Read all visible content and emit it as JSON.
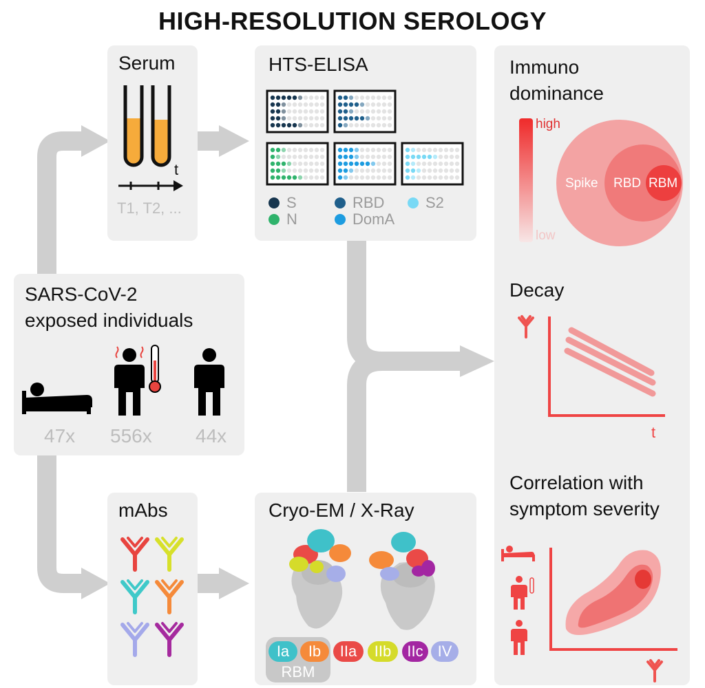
{
  "title": "HIGH-RESOLUTION SEROLOGY",
  "serum": {
    "title": "Serum",
    "axis_label": "t",
    "timepoints": "T1, T2, ..."
  },
  "elisa": {
    "title": "HTS-ELISA",
    "legend": [
      {
        "label": "S",
        "color": "#17364f"
      },
      {
        "label": "RBD",
        "color": "#1f5f8b"
      },
      {
        "label": "S2",
        "color": "#79d9f5"
      },
      {
        "label": "N",
        "color": "#2fb36c"
      },
      {
        "label": "DomA",
        "color": "#1d9ce0"
      }
    ]
  },
  "individuals": {
    "title_line1": "SARS-CoV-2",
    "title_line2": "exposed individuals",
    "groups": [
      {
        "icon": "hospitalized-person-icon",
        "count": "47x"
      },
      {
        "icon": "feverish-person-icon",
        "count": "556x"
      },
      {
        "icon": "person-icon",
        "count": "44x"
      }
    ]
  },
  "mabs": {
    "title": "mAbs",
    "antibody_colors": [
      "#e8443f",
      "#d7e02a",
      "#3fc9c9",
      "#f58a3a",
      "#a4a9ea",
      "#a52a9e"
    ]
  },
  "cryo": {
    "title": "Cryo-EM / X-Ray",
    "epitopes": [
      {
        "label": "Ia",
        "color": "#3fc1c9"
      },
      {
        "label": "Ib",
        "color": "#f58a3a"
      },
      {
        "label": "IIa",
        "color": "#ea4a47"
      },
      {
        "label": "IIb",
        "color": "#d5db2a"
      },
      {
        "label": "IIc",
        "color": "#a326a2"
      },
      {
        "label": "IV",
        "color": "#a6aee8"
      }
    ],
    "group_label": "RBM"
  },
  "immuno": {
    "title_line1": "Immuno",
    "title_line2": "dominance",
    "scale_high": "high",
    "scale_low": "low",
    "circles": [
      "Spike",
      "RBD",
      "RBM"
    ]
  },
  "decay": {
    "title": "Decay",
    "x_label": "t"
  },
  "correlation": {
    "title_line1": "Correlation with",
    "title_line2": "symptom severity"
  },
  "colors": {
    "accent": "#ef4444",
    "panel": "#efefef",
    "arrow": "#cfcfcf"
  }
}
